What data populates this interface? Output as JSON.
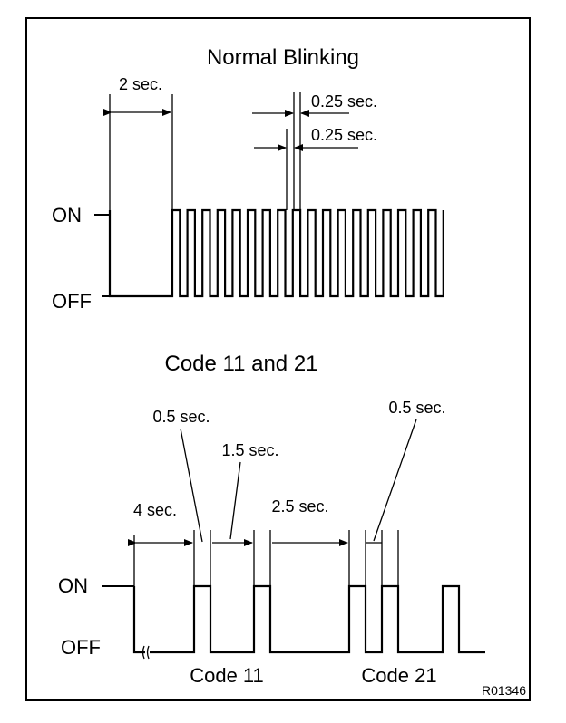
{
  "normal": {
    "title": "Normal Blinking",
    "interval_label": "2 sec.",
    "on_time_label": "0.25 sec.",
    "off_time_label": "0.25 sec.",
    "on_label": "ON",
    "off_label": "OFF"
  },
  "code": {
    "title": "Code 11 and 21",
    "pulse_label_1": "0.5 sec.",
    "gap_label": "1.5 sec.",
    "start_label": "4 sec.",
    "separator_label": "2.5 sec.",
    "pulse_label_2": "0.5 sec.",
    "on_label": "ON",
    "off_label": "OFF",
    "code11_label": "Code 11",
    "code21_label": "Code 21"
  },
  "figure_id": "R01346"
}
